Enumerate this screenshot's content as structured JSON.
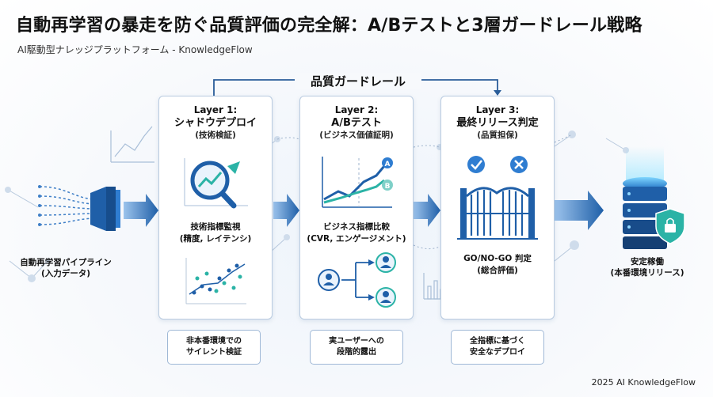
{
  "title": "自動再学習の暴走を防ぐ品質評価の完全解：A/Bテストと3層ガードレール戦略",
  "subtitle": "AI駆動型ナレッジプラットフォーム - KnowledgeFlow",
  "guardrail_label": "品質ガードレール",
  "pipeline": {
    "line1": "自動再学習パイプライン",
    "line2": "(入力データ)"
  },
  "layers": [
    {
      "layer": "Layer 1:",
      "name": "シャドウデプロイ",
      "sub": "(技術検証)",
      "mid1": "技術指標監視",
      "mid2": "(精度, レイテンシ)",
      "note1": "非本番環境での",
      "note2": "サイレント検証"
    },
    {
      "layer": "Layer 2:",
      "name": "A/Bテスト",
      "sub": "(ビジネス価値証明)",
      "mid1": "ビジネス指標比較",
      "mid2": "(CVR, エンゲージメント)",
      "note1": "実ユーザーへの",
      "note2": "段階的露出",
      "badge_a": "A",
      "badge_b": "B"
    },
    {
      "layer": "Layer 3:",
      "name": "最終リリース判定",
      "sub": "(品質担保)",
      "mid1": "GO/NO-GO 判定",
      "mid2": "(総合評価)",
      "note1": "全指標に基づく",
      "note2": "安全なデプロイ"
    }
  ],
  "production": {
    "line1": "安定稼働",
    "line2": "(本番環境リリース)"
  },
  "footer": "2025 AI KnowledgeFlow",
  "colors": {
    "primary": "#1f5fa8",
    "accent": "#2f7dd1",
    "teal": "#2bb3a6",
    "border": "#b9cbe0"
  }
}
